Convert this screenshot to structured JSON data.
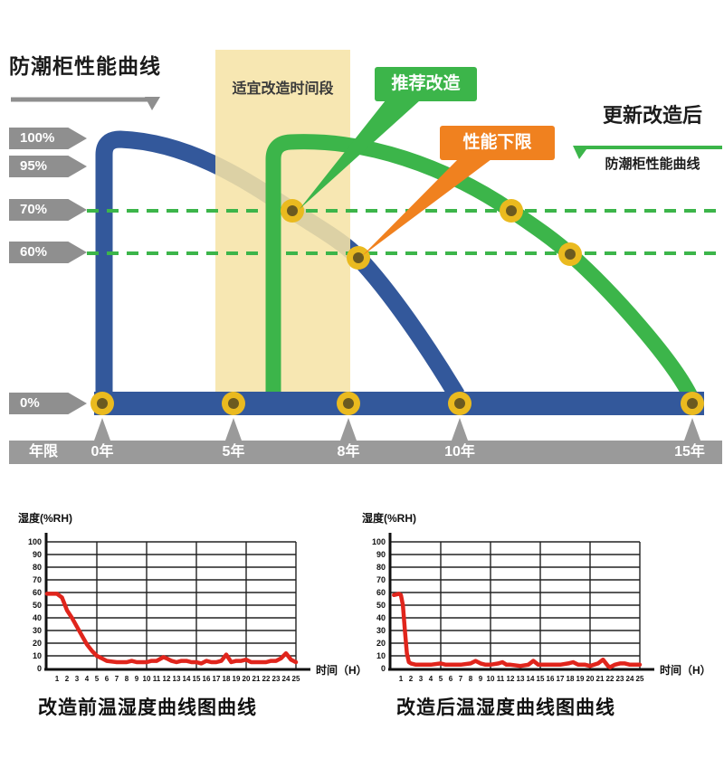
{
  "diagram": {
    "title": "防潮柜性能曲线",
    "band_label": "适宜改造时间段",
    "annotation_recommend": "推荐改造",
    "annotation_limit": "性能下限",
    "right_title": "更新改造后",
    "right_subtitle": "防潮柜性能曲线",
    "badges": [
      {
        "label": "100%"
      },
      {
        "label": "95%"
      },
      {
        "label": "70%"
      },
      {
        "label": "60%"
      },
      {
        "label": "0%"
      }
    ],
    "axis_label": "年限",
    "years": [
      {
        "label": "0年"
      },
      {
        "label": "5年"
      },
      {
        "label": "8年"
      },
      {
        "label": "10年"
      },
      {
        "label": "15年"
      }
    ],
    "colors": {
      "blue": "#33589b",
      "green": "#3cb54a",
      "orange": "#f0811f",
      "band": "#f6e3a6",
      "badge_gray": "#8f8f8f",
      "bar_gray": "#9a9a9a",
      "dot_ring": "#eaba1f",
      "dot_core": "#6b5a20",
      "red": "#e0251c"
    }
  },
  "chart_data": [
    {
      "type": "line",
      "name": "performance-vs-years",
      "title": "防潮柜性能曲线 / 更新改造后",
      "x_unit": "年",
      "y_unit": "%性能",
      "yticks_labeled": [
        100,
        95,
        70,
        60,
        0
      ],
      "xticks_labeled": [
        "0年",
        "5年",
        "8年",
        "10年",
        "15年"
      ],
      "y_reference_dashed_lines": [
        70,
        60
      ],
      "band": {
        "label": "适宜改造时间段",
        "x_range_years": [
          5,
          8
        ]
      },
      "series": [
        {
          "name": "防潮柜性能曲线(改造前)",
          "color": "#33589b",
          "points_year_pct": [
            [
              0,
              100
            ],
            [
              5,
              93
            ],
            [
              6.5,
              70
            ],
            [
              8.3,
              60
            ],
            [
              10,
              0
            ]
          ]
        },
        {
          "name": "更新改造后性能曲线",
          "color": "#3cb54a",
          "points_year_pct": [
            [
              6,
              0
            ],
            [
              6,
              100
            ],
            [
              11.1,
              70
            ],
            [
              12.4,
              60
            ],
            [
              15,
              0
            ]
          ]
        }
      ],
      "annotations": [
        {
          "label": "推荐改造",
          "target_pct": 70,
          "series": "改造前"
        },
        {
          "label": "性能下限",
          "target_pct": 60,
          "series": "改造前"
        }
      ]
    },
    {
      "type": "line",
      "title": "改造前温湿度曲线图曲线",
      "ylabel": "湿度(%RH)",
      "xlabel": "时间（H）",
      "xlim": [
        0,
        25
      ],
      "ylim": [
        0,
        100
      ],
      "yticks": [
        0,
        10,
        20,
        30,
        40,
        50,
        60,
        70,
        80,
        90,
        100
      ],
      "xticks": [
        1,
        2,
        3,
        4,
        5,
        6,
        7,
        8,
        9,
        10,
        11,
        12,
        13,
        14,
        15,
        16,
        17,
        18,
        19,
        20,
        21,
        22,
        23,
        24,
        25
      ],
      "grid": "on",
      "color": "#e0251c",
      "points": [
        [
          0,
          59
        ],
        [
          1,
          59
        ],
        [
          1.5,
          56
        ],
        [
          2,
          46
        ],
        [
          2.5,
          40
        ],
        [
          3,
          33
        ],
        [
          3.5,
          26
        ],
        [
          4,
          19
        ],
        [
          4.5,
          14
        ],
        [
          5,
          10
        ],
        [
          5.5,
          8
        ],
        [
          6,
          6
        ],
        [
          7,
          5
        ],
        [
          8,
          5
        ],
        [
          8.5,
          6
        ],
        [
          9,
          5
        ],
        [
          10,
          5
        ],
        [
          10.5,
          6
        ],
        [
          11,
          6
        ],
        [
          11.7,
          9
        ],
        [
          12,
          8
        ],
        [
          12.5,
          6
        ],
        [
          13,
          5
        ],
        [
          13.5,
          6
        ],
        [
          14,
          6
        ],
        [
          14.5,
          5
        ],
        [
          15,
          5
        ],
        [
          15.5,
          4
        ],
        [
          16,
          6
        ],
        [
          16.5,
          5
        ],
        [
          17,
          5
        ],
        [
          17.5,
          6
        ],
        [
          18,
          11
        ],
        [
          18.5,
          5
        ],
        [
          19,
          6
        ],
        [
          19.5,
          6
        ],
        [
          20,
          7
        ],
        [
          20.5,
          5
        ],
        [
          21,
          5
        ],
        [
          21.5,
          5
        ],
        [
          22,
          5
        ],
        [
          22.5,
          6
        ],
        [
          23,
          6
        ],
        [
          23.5,
          8
        ],
        [
          24,
          12
        ],
        [
          24.5,
          7
        ],
        [
          25,
          5
        ]
      ]
    },
    {
      "type": "line",
      "title": "改造后温湿度曲线图曲线",
      "ylabel": "湿度(%RH)",
      "xlabel": "时间（H）",
      "xlim": [
        0,
        25
      ],
      "ylim": [
        0,
        100
      ],
      "yticks": [
        0,
        10,
        20,
        30,
        40,
        50,
        60,
        70,
        80,
        90,
        100
      ],
      "xticks": [
        1,
        2,
        3,
        4,
        5,
        6,
        7,
        8,
        9,
        10,
        11,
        12,
        13,
        14,
        15,
        16,
        17,
        18,
        19,
        20,
        21,
        22,
        23,
        24,
        25
      ],
      "grid": "on",
      "color": "#e0251c",
      "points": [
        [
          0.3,
          58
        ],
        [
          0.8,
          59
        ],
        [
          1,
          58
        ],
        [
          1.2,
          50
        ],
        [
          1.4,
          30
        ],
        [
          1.6,
          12
        ],
        [
          1.8,
          5
        ],
        [
          2,
          4
        ],
        [
          2.5,
          3
        ],
        [
          3,
          3
        ],
        [
          4,
          3
        ],
        [
          5,
          4
        ],
        [
          5.5,
          3
        ],
        [
          6,
          3
        ],
        [
          7,
          3
        ],
        [
          8,
          4
        ],
        [
          8.5,
          6
        ],
        [
          9,
          4
        ],
        [
          9.5,
          3
        ],
        [
          10,
          3
        ],
        [
          10.8,
          4
        ],
        [
          11.2,
          5
        ],
        [
          11.6,
          3
        ],
        [
          12,
          3
        ],
        [
          13,
          2
        ],
        [
          13.8,
          3
        ],
        [
          14.3,
          6
        ],
        [
          14.8,
          3
        ],
        [
          15.5,
          3
        ],
        [
          16,
          3
        ],
        [
          17,
          3
        ],
        [
          17.8,
          4
        ],
        [
          18.3,
          5
        ],
        [
          18.8,
          3
        ],
        [
          19.5,
          3
        ],
        [
          20,
          2
        ],
        [
          20.8,
          4
        ],
        [
          21.3,
          7
        ],
        [
          21.8,
          2
        ],
        [
          22,
          1
        ],
        [
          22.5,
          3
        ],
        [
          23,
          4
        ],
        [
          23.5,
          4
        ],
        [
          24,
          3
        ],
        [
          24.5,
          3
        ],
        [
          25,
          3
        ]
      ]
    }
  ]
}
